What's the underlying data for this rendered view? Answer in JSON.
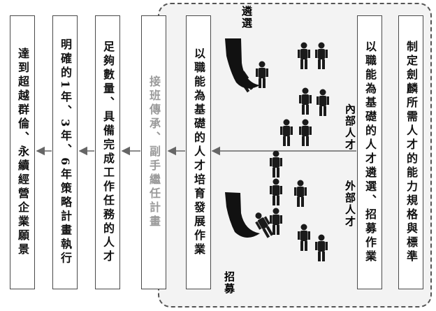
{
  "boxes": [
    {
      "id": "b1",
      "text": "達到超越群倫、永續經營企業願景",
      "style": "normal"
    },
    {
      "id": "b2",
      "text": "明確的1年、3年、6年策略計畫執行",
      "style": "normal"
    },
    {
      "id": "b3",
      "text": "足夠數量、具備完成工作任務的人才",
      "style": "normal"
    },
    {
      "id": "b4",
      "text": "接班傳承、副手繼任計畫",
      "style": "gray"
    },
    {
      "id": "b5",
      "text": "以職能為基礎的人才培育發展作業",
      "style": "normal"
    },
    {
      "id": "b6",
      "text": "以職能為基礎的人才遴選、招募作業",
      "style": "normal"
    },
    {
      "id": "b7",
      "text": "制定劍麟所需人才的能力規格與標準",
      "style": "normal"
    }
  ],
  "labels": {
    "selection": "遴選",
    "internal_talent": "內部人才",
    "external_talent": "外部人才",
    "recruitment": "招募"
  },
  "colors": {
    "arrow": "#666666",
    "figure": "#1a1a1a",
    "dashed_bg": "#f3f3f3"
  }
}
